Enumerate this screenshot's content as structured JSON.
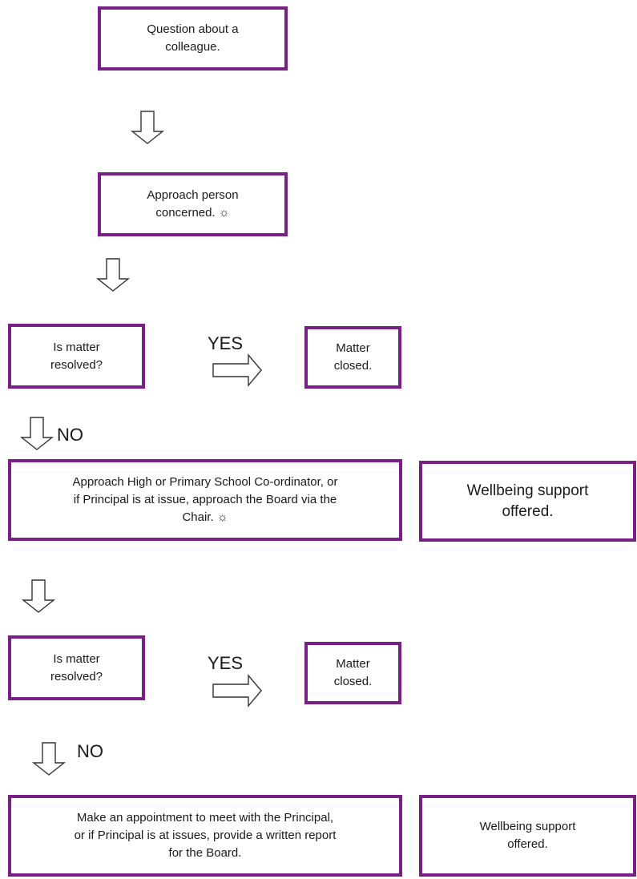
{
  "boxes": {
    "question": {
      "line1": "Question about a",
      "line2": "colleague."
    },
    "approach_person": {
      "line1": "Approach person",
      "line2": "concerned. ☼"
    },
    "resolved_1": {
      "line1": "Is matter",
      "line2": "resolved?"
    },
    "closed_1": {
      "line1": "Matter",
      "line2": "closed."
    },
    "coordinator": {
      "line1": "Approach High or Primary School Co-ordinator, or",
      "line2": "if Principal is at issue, approach the Board via the",
      "line3": "Chair. ☼"
    },
    "wellbeing_1": {
      "line1": "Wellbeing support",
      "line2": "offered."
    },
    "resolved_2": {
      "line1": "Is matter",
      "line2": "resolved?"
    },
    "closed_2": {
      "line1": "Matter",
      "line2": "closed."
    },
    "principal": {
      "line1": "Make an appointment to meet with the Principal,",
      "line2": "or if Principal is at issues, provide a written report",
      "line3": "for the Board."
    },
    "wellbeing_2": {
      "line1": "Wellbeing support",
      "line2": "offered."
    }
  },
  "labels": {
    "yes_1": "YES",
    "no_1": "NO",
    "yes_2": "YES",
    "no_2": "NO"
  },
  "colors": {
    "box_border": "#7a1f86"
  }
}
